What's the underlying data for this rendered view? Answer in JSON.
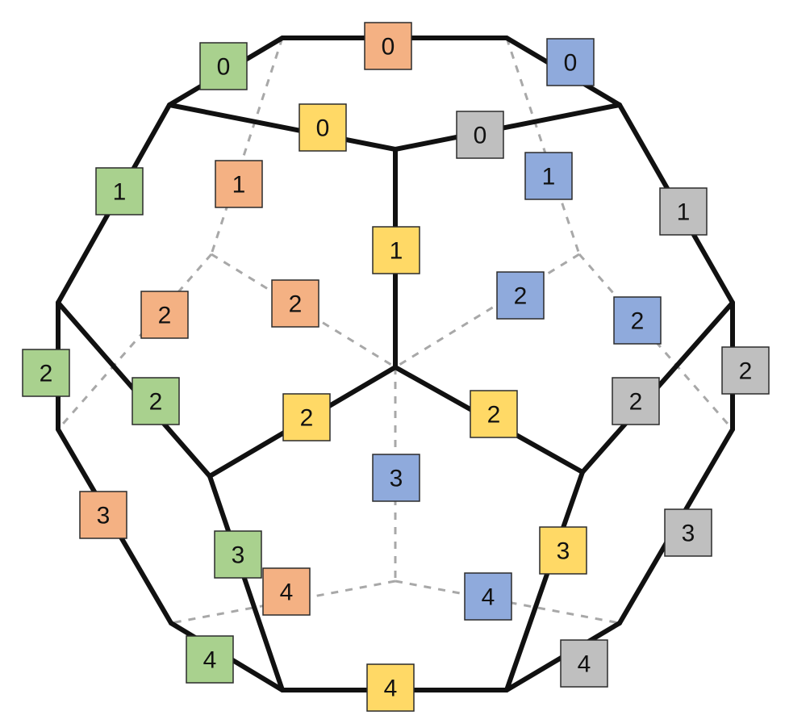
{
  "colors": {
    "green": "#a9d18e",
    "orange": "#f4b183",
    "blue": "#8faadc",
    "yellow": "#ffd966",
    "gray": "#bfbfbf"
  },
  "labels": [
    {
      "id": "green-0",
      "color": "green",
      "text": "0"
    },
    {
      "id": "green-1",
      "color": "green",
      "text": "1"
    },
    {
      "id": "green-2-left",
      "color": "green",
      "text": "2"
    },
    {
      "id": "green-2-inner",
      "color": "green",
      "text": "2"
    },
    {
      "id": "green-3",
      "color": "green",
      "text": "3"
    },
    {
      "id": "green-4",
      "color": "green",
      "text": "4"
    },
    {
      "id": "orange-0",
      "color": "orange",
      "text": "0"
    },
    {
      "id": "orange-1",
      "color": "orange",
      "text": "1"
    },
    {
      "id": "orange-2-left",
      "color": "orange",
      "text": "2"
    },
    {
      "id": "orange-2-inner",
      "color": "orange",
      "text": "2"
    },
    {
      "id": "orange-3",
      "color": "orange",
      "text": "3"
    },
    {
      "id": "orange-4",
      "color": "orange",
      "text": "4"
    },
    {
      "id": "blue-0",
      "color": "blue",
      "text": "0"
    },
    {
      "id": "blue-1",
      "color": "blue",
      "text": "1"
    },
    {
      "id": "blue-2-inner",
      "color": "blue",
      "text": "2"
    },
    {
      "id": "blue-2-right",
      "color": "blue",
      "text": "2"
    },
    {
      "id": "blue-3",
      "color": "blue",
      "text": "3"
    },
    {
      "id": "blue-4",
      "color": "blue",
      "text": "4"
    },
    {
      "id": "yellow-0",
      "color": "yellow",
      "text": "0"
    },
    {
      "id": "yellow-1",
      "color": "yellow",
      "text": "1"
    },
    {
      "id": "yellow-2-left",
      "color": "yellow",
      "text": "2"
    },
    {
      "id": "yellow-2-right",
      "color": "yellow",
      "text": "2"
    },
    {
      "id": "yellow-3",
      "color": "yellow",
      "text": "3"
    },
    {
      "id": "yellow-4",
      "color": "yellow",
      "text": "4"
    },
    {
      "id": "gray-0",
      "color": "gray",
      "text": "0"
    },
    {
      "id": "gray-1",
      "color": "gray",
      "text": "1"
    },
    {
      "id": "gray-2-inner",
      "color": "gray",
      "text": "2"
    },
    {
      "id": "gray-2-right",
      "color": "gray",
      "text": "2"
    },
    {
      "id": "gray-3",
      "color": "gray",
      "text": "3"
    },
    {
      "id": "gray-4",
      "color": "gray",
      "text": "4"
    }
  ]
}
